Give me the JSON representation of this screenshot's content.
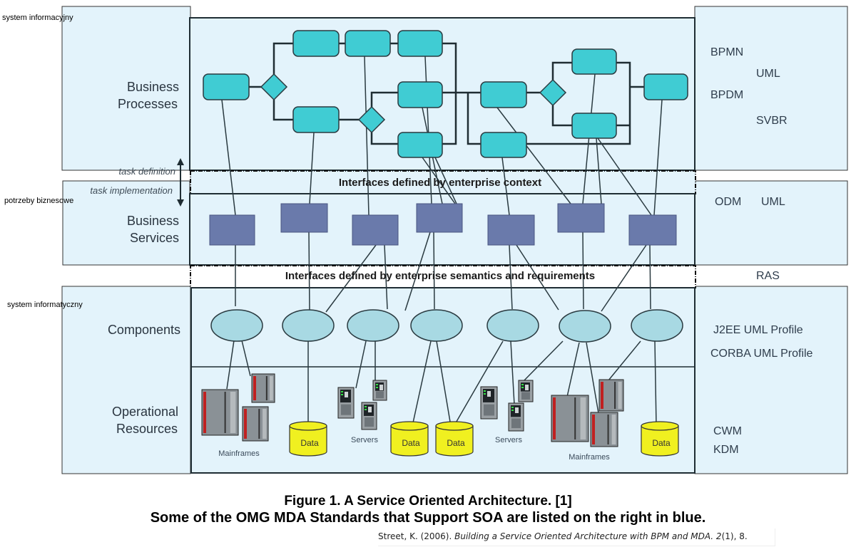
{
  "side_notes": {
    "system_informacyjny": "system informacyjny",
    "potrzeby_biznesowe": "potrzeby biznesowe",
    "system_informatyczny": "system informatyczny"
  },
  "layers": {
    "business_processes": [
      "Business",
      "Processes"
    ],
    "business_services": [
      "Business",
      "Services"
    ],
    "components": [
      "Components"
    ],
    "operational_resources": [
      "Operational",
      "Resources"
    ]
  },
  "arrow_labels": {
    "task_definition": "task definition",
    "task_implementation": "task implementation"
  },
  "interfaces": {
    "enterprise_context": "Interfaces defined by enterprise context",
    "semantics_requirements": "Interfaces defined by enterprise semantics and requirements"
  },
  "standards": {
    "business_processes": [
      "BPMN",
      "UML",
      "BPDM",
      "SVBR"
    ],
    "business_services": [
      "ODM",
      "UML"
    ],
    "interfaces": [
      "RAS"
    ],
    "components": [
      "J2EE UML Profile",
      "CORBA UML Profile"
    ],
    "operational_resources": [
      "CWM",
      "KDM"
    ]
  },
  "resources": {
    "mainframes_label": "Mainframes",
    "servers_label": "Servers",
    "data_label": "Data"
  },
  "caption": {
    "line1": "Figure 1. A Service Oriented Architecture. [1]",
    "line2": "Some of the OMG MDA Standards that Support SOA are listed on the right in blue.",
    "citation_prefix": "Street, K. (2006). ",
    "citation_title": "Building a Service Oriented Architecture with BPM and MDA. 2",
    "citation_suffix": "(1), 8."
  },
  "colors": {
    "panel_fill": "#e3f3fb",
    "process_fill": "#40ccd3",
    "service_fill": "#6a7aab",
    "component_fill": "#a8d9e3",
    "data_fill": "#f0f020",
    "line": "#1f2d33",
    "label_text": "#2a3540"
  }
}
